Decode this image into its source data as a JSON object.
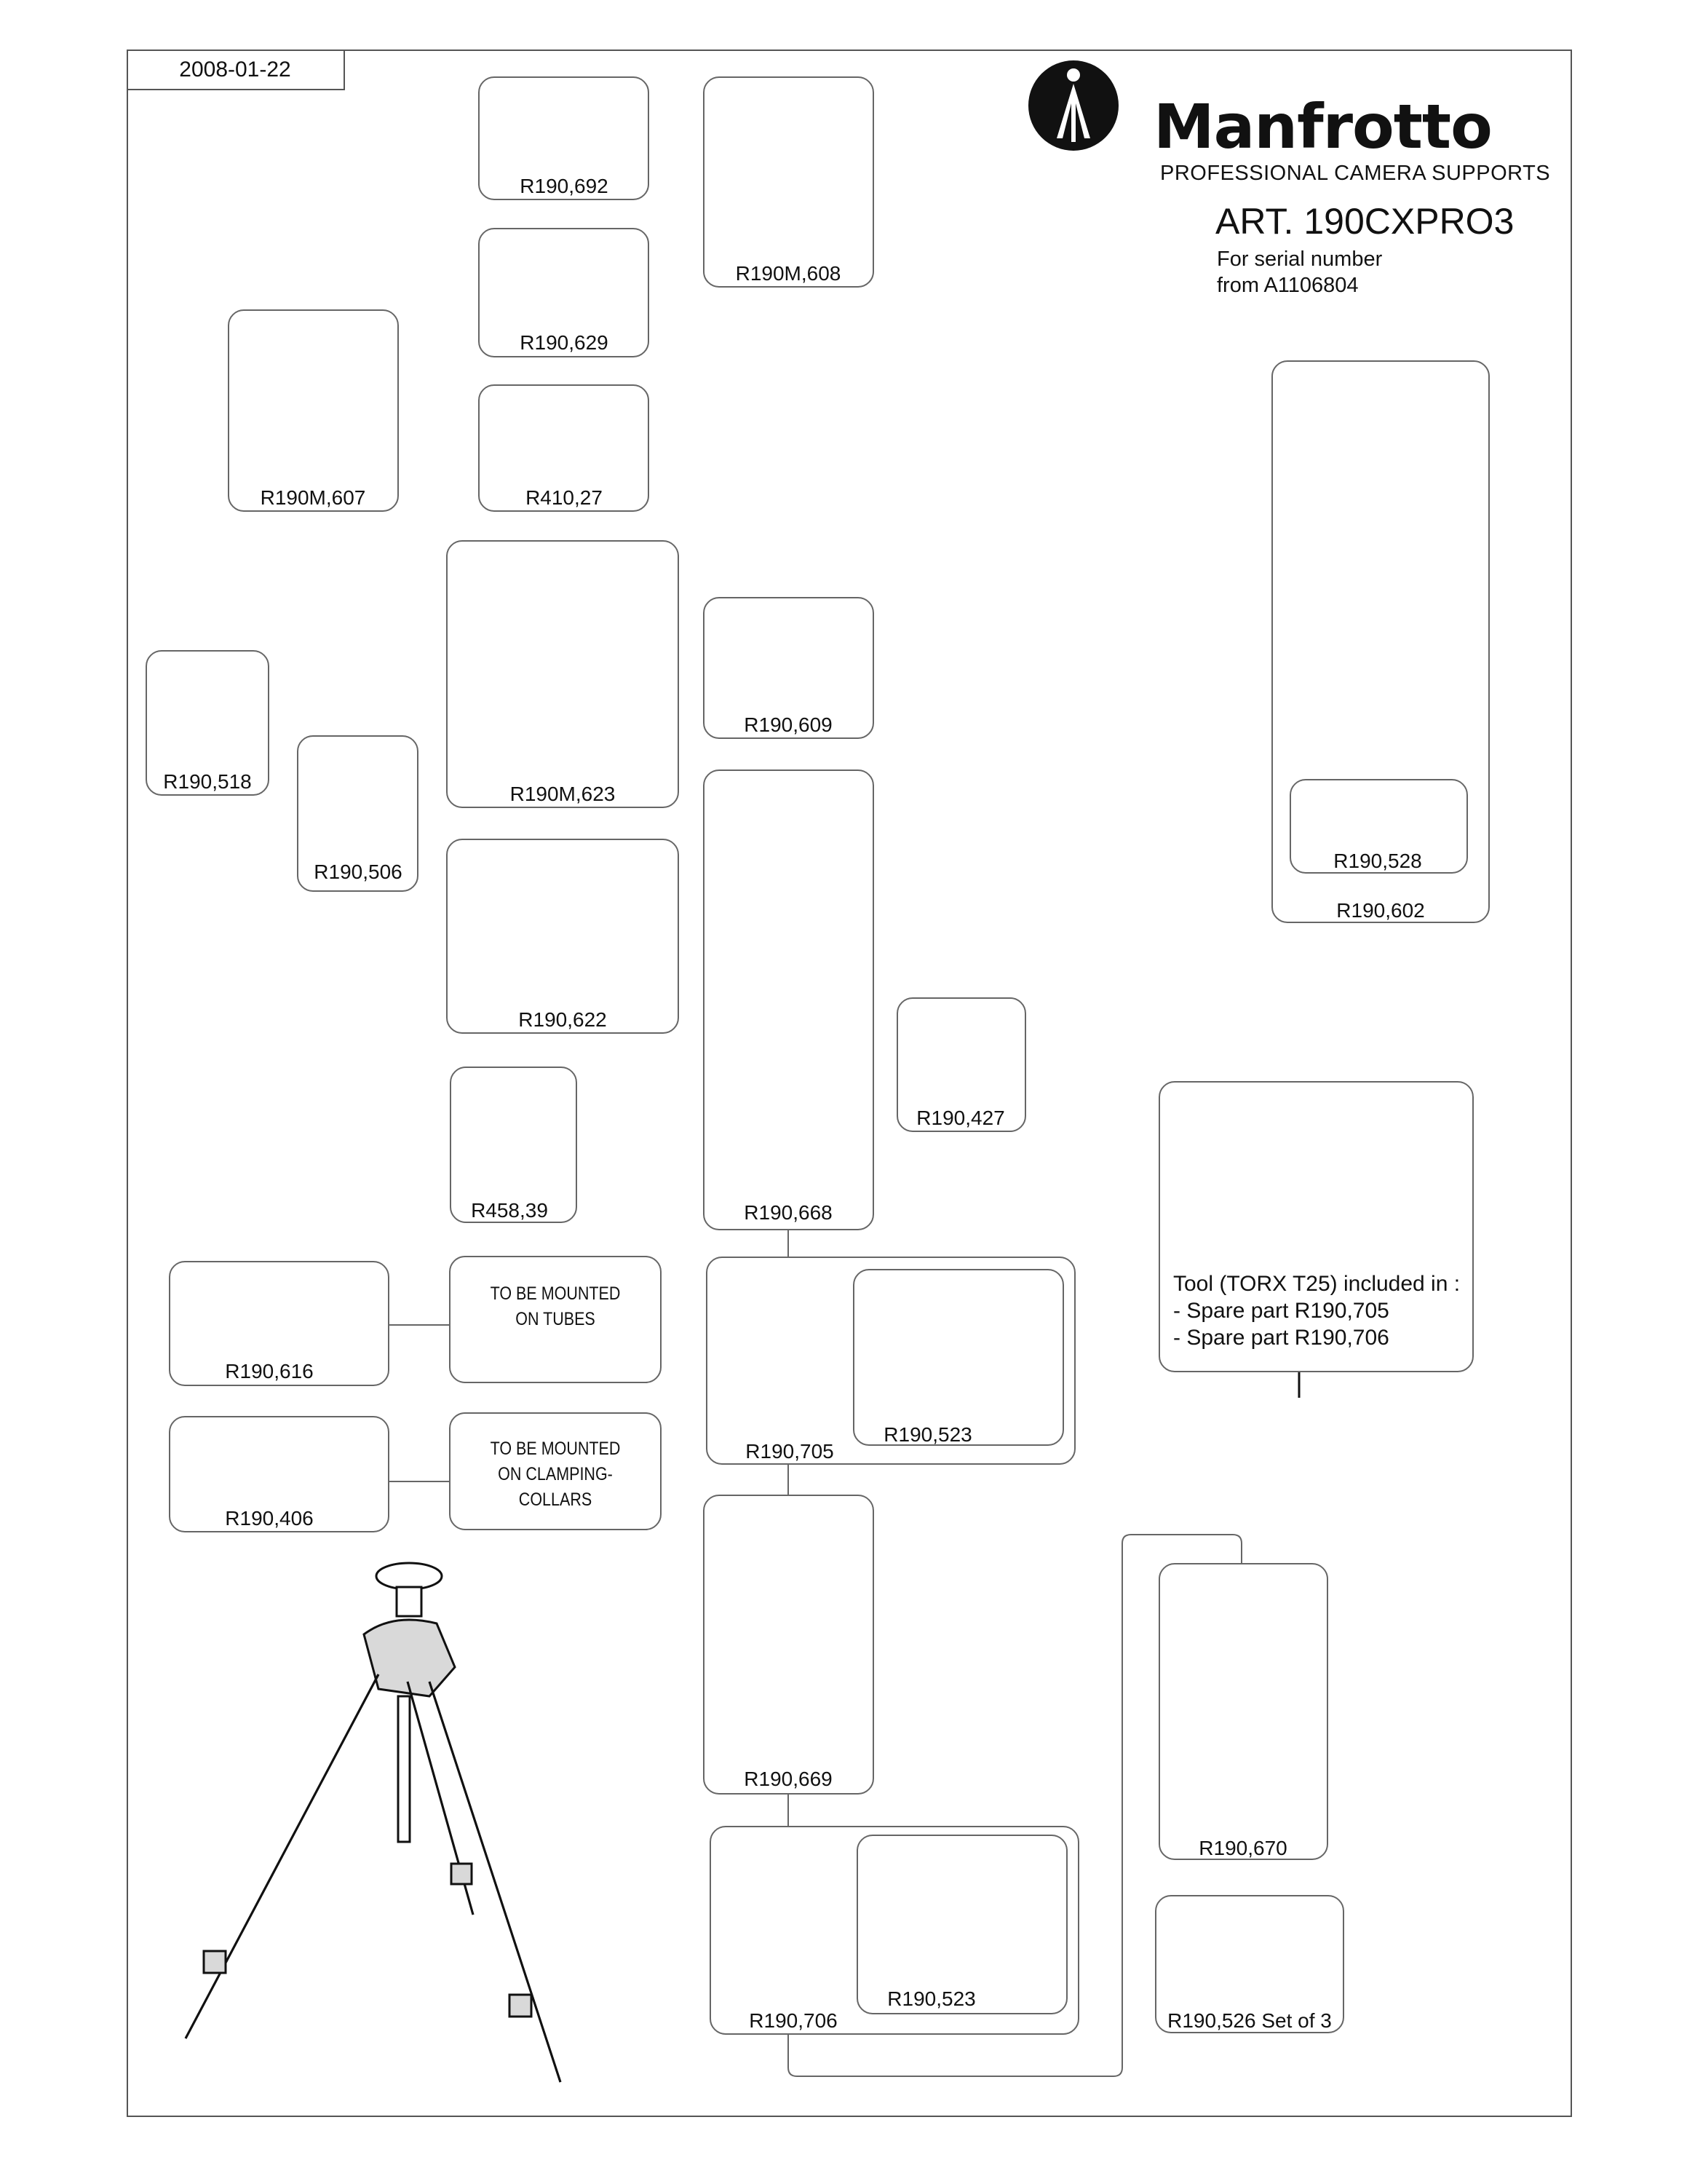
{
  "date": "2008-01-22",
  "brand": {
    "name": "Manfrotto",
    "tagline": "PROFESSIONAL CAMERA SUPPORTS"
  },
  "article": {
    "title": "ART. 190CXPRO3",
    "serial_line1": "For serial number",
    "serial_line2": "from A1106804"
  },
  "parts": {
    "p692": "R190,692",
    "p629": "R190,629",
    "p608": "R190M,608",
    "p607": "R190M,607",
    "p2741": "R410,27",
    "p623": "R190M,623",
    "p609": "R190,609",
    "p518": "R190,518",
    "p506": "R190,506",
    "p622": "R190,622",
    "p668": "R190,668",
    "p427": "R190,427",
    "p4583": "R458,39",
    "p602": "R190,602",
    "p528": "R190,528",
    "p616": "R190,616",
    "p406": "R190,406",
    "p705": "R190,705",
    "p523a": "R190,523",
    "p669": "R190,669",
    "p670": "R190,670",
    "p706": "R190,706",
    "p523b": "R190,523",
    "p526": "R190,526 Set of 3"
  },
  "notes": {
    "tubes_1": "TO BE MOUNTED",
    "tubes_2": "ON TUBES",
    "collars_1": "TO BE MOUNTED",
    "collars_2": "ON CLAMPING-COLLARS"
  },
  "tool": {
    "line1": "Tool (TORX T25) included in :",
    "line2": "- Spare part R190,705",
    "line3": "- Spare part R190,706"
  },
  "colors": {
    "line": "#111111",
    "border": "#666666",
    "shade": "#d9d9d9"
  }
}
